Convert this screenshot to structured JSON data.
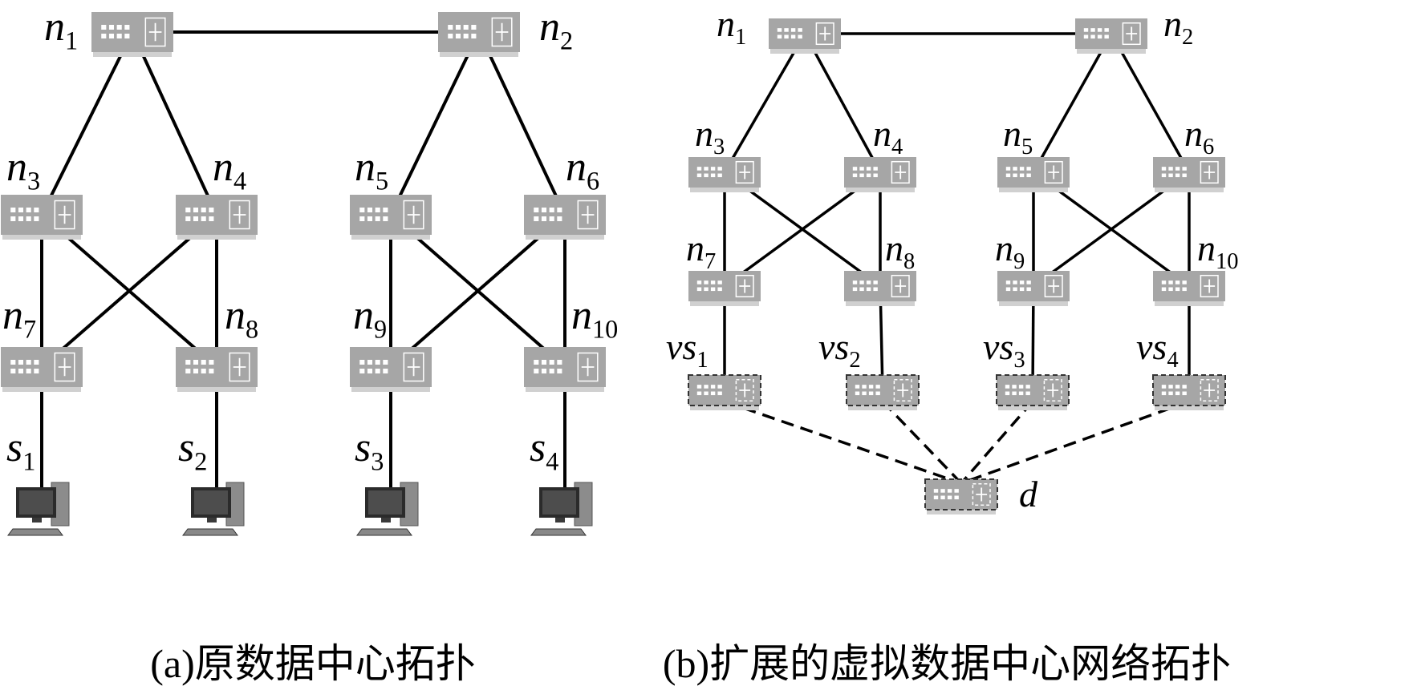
{
  "colors": {
    "switch_body": "#a6a6a6",
    "switch_shadow": "#d0d0d0",
    "switch_dark": "#7f7f7f",
    "line": "#000000",
    "pc_screen": "#4d4d4d",
    "pc_body": "#8c8c8c"
  },
  "panel_a": {
    "caption": "(a)原数据中心拓扑",
    "nodes": [
      {
        "id": "n1",
        "base": "n",
        "sub": "1",
        "kind": "switch"
      },
      {
        "id": "n2",
        "base": "n",
        "sub": "2",
        "kind": "switch"
      },
      {
        "id": "n3",
        "base": "n",
        "sub": "3",
        "kind": "switch"
      },
      {
        "id": "n4",
        "base": "n",
        "sub": "4",
        "kind": "switch"
      },
      {
        "id": "n5",
        "base": "n",
        "sub": "5",
        "kind": "switch"
      },
      {
        "id": "n6",
        "base": "n",
        "sub": "6",
        "kind": "switch"
      },
      {
        "id": "n7",
        "base": "n",
        "sub": "7",
        "kind": "switch"
      },
      {
        "id": "n8",
        "base": "n",
        "sub": "8",
        "kind": "switch"
      },
      {
        "id": "n9",
        "base": "n",
        "sub": "9",
        "kind": "switch"
      },
      {
        "id": "n10",
        "base": "n",
        "sub": "10",
        "kind": "switch"
      },
      {
        "id": "s1",
        "base": "s",
        "sub": "1",
        "kind": "host"
      },
      {
        "id": "s2",
        "base": "s",
        "sub": "2",
        "kind": "host"
      },
      {
        "id": "s3",
        "base": "s",
        "sub": "3",
        "kind": "host"
      },
      {
        "id": "s4",
        "base": "s",
        "sub": "4",
        "kind": "host"
      }
    ],
    "links": [
      [
        "n1",
        "n2"
      ],
      [
        "n1",
        "n3"
      ],
      [
        "n1",
        "n4"
      ],
      [
        "n2",
        "n5"
      ],
      [
        "n2",
        "n6"
      ],
      [
        "n3",
        "n7"
      ],
      [
        "n3",
        "n8"
      ],
      [
        "n4",
        "n7"
      ],
      [
        "n4",
        "n8"
      ],
      [
        "n5",
        "n9"
      ],
      [
        "n5",
        "n10"
      ],
      [
        "n6",
        "n9"
      ],
      [
        "n6",
        "n10"
      ],
      [
        "n7",
        "s1"
      ],
      [
        "n8",
        "s2"
      ],
      [
        "n9",
        "s3"
      ],
      [
        "n10",
        "s4"
      ]
    ]
  },
  "panel_b": {
    "caption": "(b)扩展的虚拟数据中心网络拓扑",
    "nodes": [
      {
        "id": "n1",
        "base": "n",
        "sub": "1",
        "kind": "switch"
      },
      {
        "id": "n2",
        "base": "n",
        "sub": "2",
        "kind": "switch"
      },
      {
        "id": "n3",
        "base": "n",
        "sub": "3",
        "kind": "switch"
      },
      {
        "id": "n4",
        "base": "n",
        "sub": "4",
        "kind": "switch"
      },
      {
        "id": "n5",
        "base": "n",
        "sub": "5",
        "kind": "switch"
      },
      {
        "id": "n6",
        "base": "n",
        "sub": "6",
        "kind": "switch"
      },
      {
        "id": "n7",
        "base": "n",
        "sub": "7",
        "kind": "switch"
      },
      {
        "id": "n8",
        "base": "n",
        "sub": "8",
        "kind": "switch"
      },
      {
        "id": "n9",
        "base": "n",
        "sub": "9",
        "kind": "switch"
      },
      {
        "id": "n10",
        "base": "n",
        "sub": "10",
        "kind": "switch"
      },
      {
        "id": "vs1",
        "base": "vs",
        "sub": "1",
        "kind": "virtual-switch"
      },
      {
        "id": "vs2",
        "base": "vs",
        "sub": "2",
        "kind": "virtual-switch"
      },
      {
        "id": "vs3",
        "base": "vs",
        "sub": "3",
        "kind": "virtual-switch"
      },
      {
        "id": "vs4",
        "base": "vs",
        "sub": "4",
        "kind": "virtual-switch"
      },
      {
        "id": "d",
        "base": "d",
        "sub": "",
        "kind": "virtual-switch"
      }
    ],
    "links": [
      [
        "n1",
        "n2"
      ],
      [
        "n1",
        "n3"
      ],
      [
        "n1",
        "n4"
      ],
      [
        "n2",
        "n5"
      ],
      [
        "n2",
        "n6"
      ],
      [
        "n3",
        "n7"
      ],
      [
        "n3",
        "n8"
      ],
      [
        "n4",
        "n7"
      ],
      [
        "n4",
        "n8"
      ],
      [
        "n5",
        "n9"
      ],
      [
        "n5",
        "n10"
      ],
      [
        "n6",
        "n9"
      ],
      [
        "n6",
        "n10"
      ],
      [
        "n7",
        "vs1"
      ],
      [
        "n8",
        "vs2"
      ],
      [
        "n9",
        "vs3"
      ],
      [
        "n10",
        "vs4"
      ]
    ],
    "dashed_links": [
      [
        "vs1",
        "d"
      ],
      [
        "vs2",
        "d"
      ],
      [
        "vs3",
        "d"
      ],
      [
        "vs4",
        "d"
      ]
    ]
  }
}
